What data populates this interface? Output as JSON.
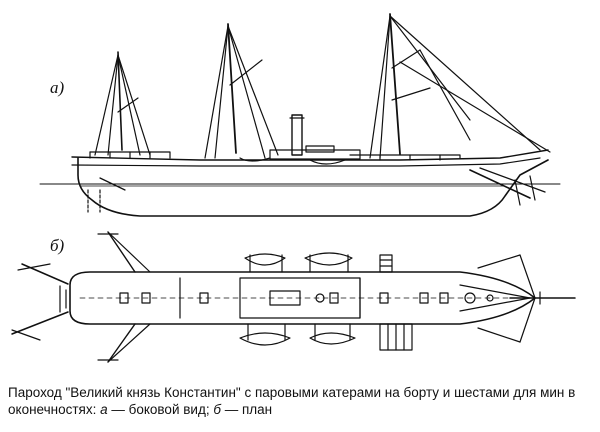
{
  "labels": {
    "side_view_label": "а)",
    "plan_label": "б)"
  },
  "caption": {
    "part1": "Пароход \"Великий князь Константин\" с паровыми катерами на борту и шестами для мин в оконечностях: ",
    "letter_a": "а",
    "part2": " — боковой вид; ",
    "letter_b": "б",
    "part3": " — план"
  }
}
